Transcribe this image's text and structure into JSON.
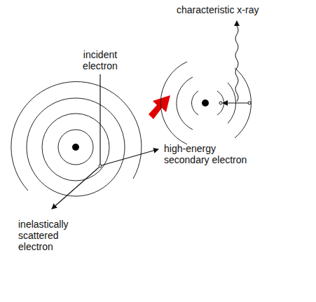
{
  "diagram": {
    "labels": [
      "characteristic x-ray",
      "incident electron",
      "high-energy secondary electron",
      "inelastically scattered electron"
    ]
  }
}
